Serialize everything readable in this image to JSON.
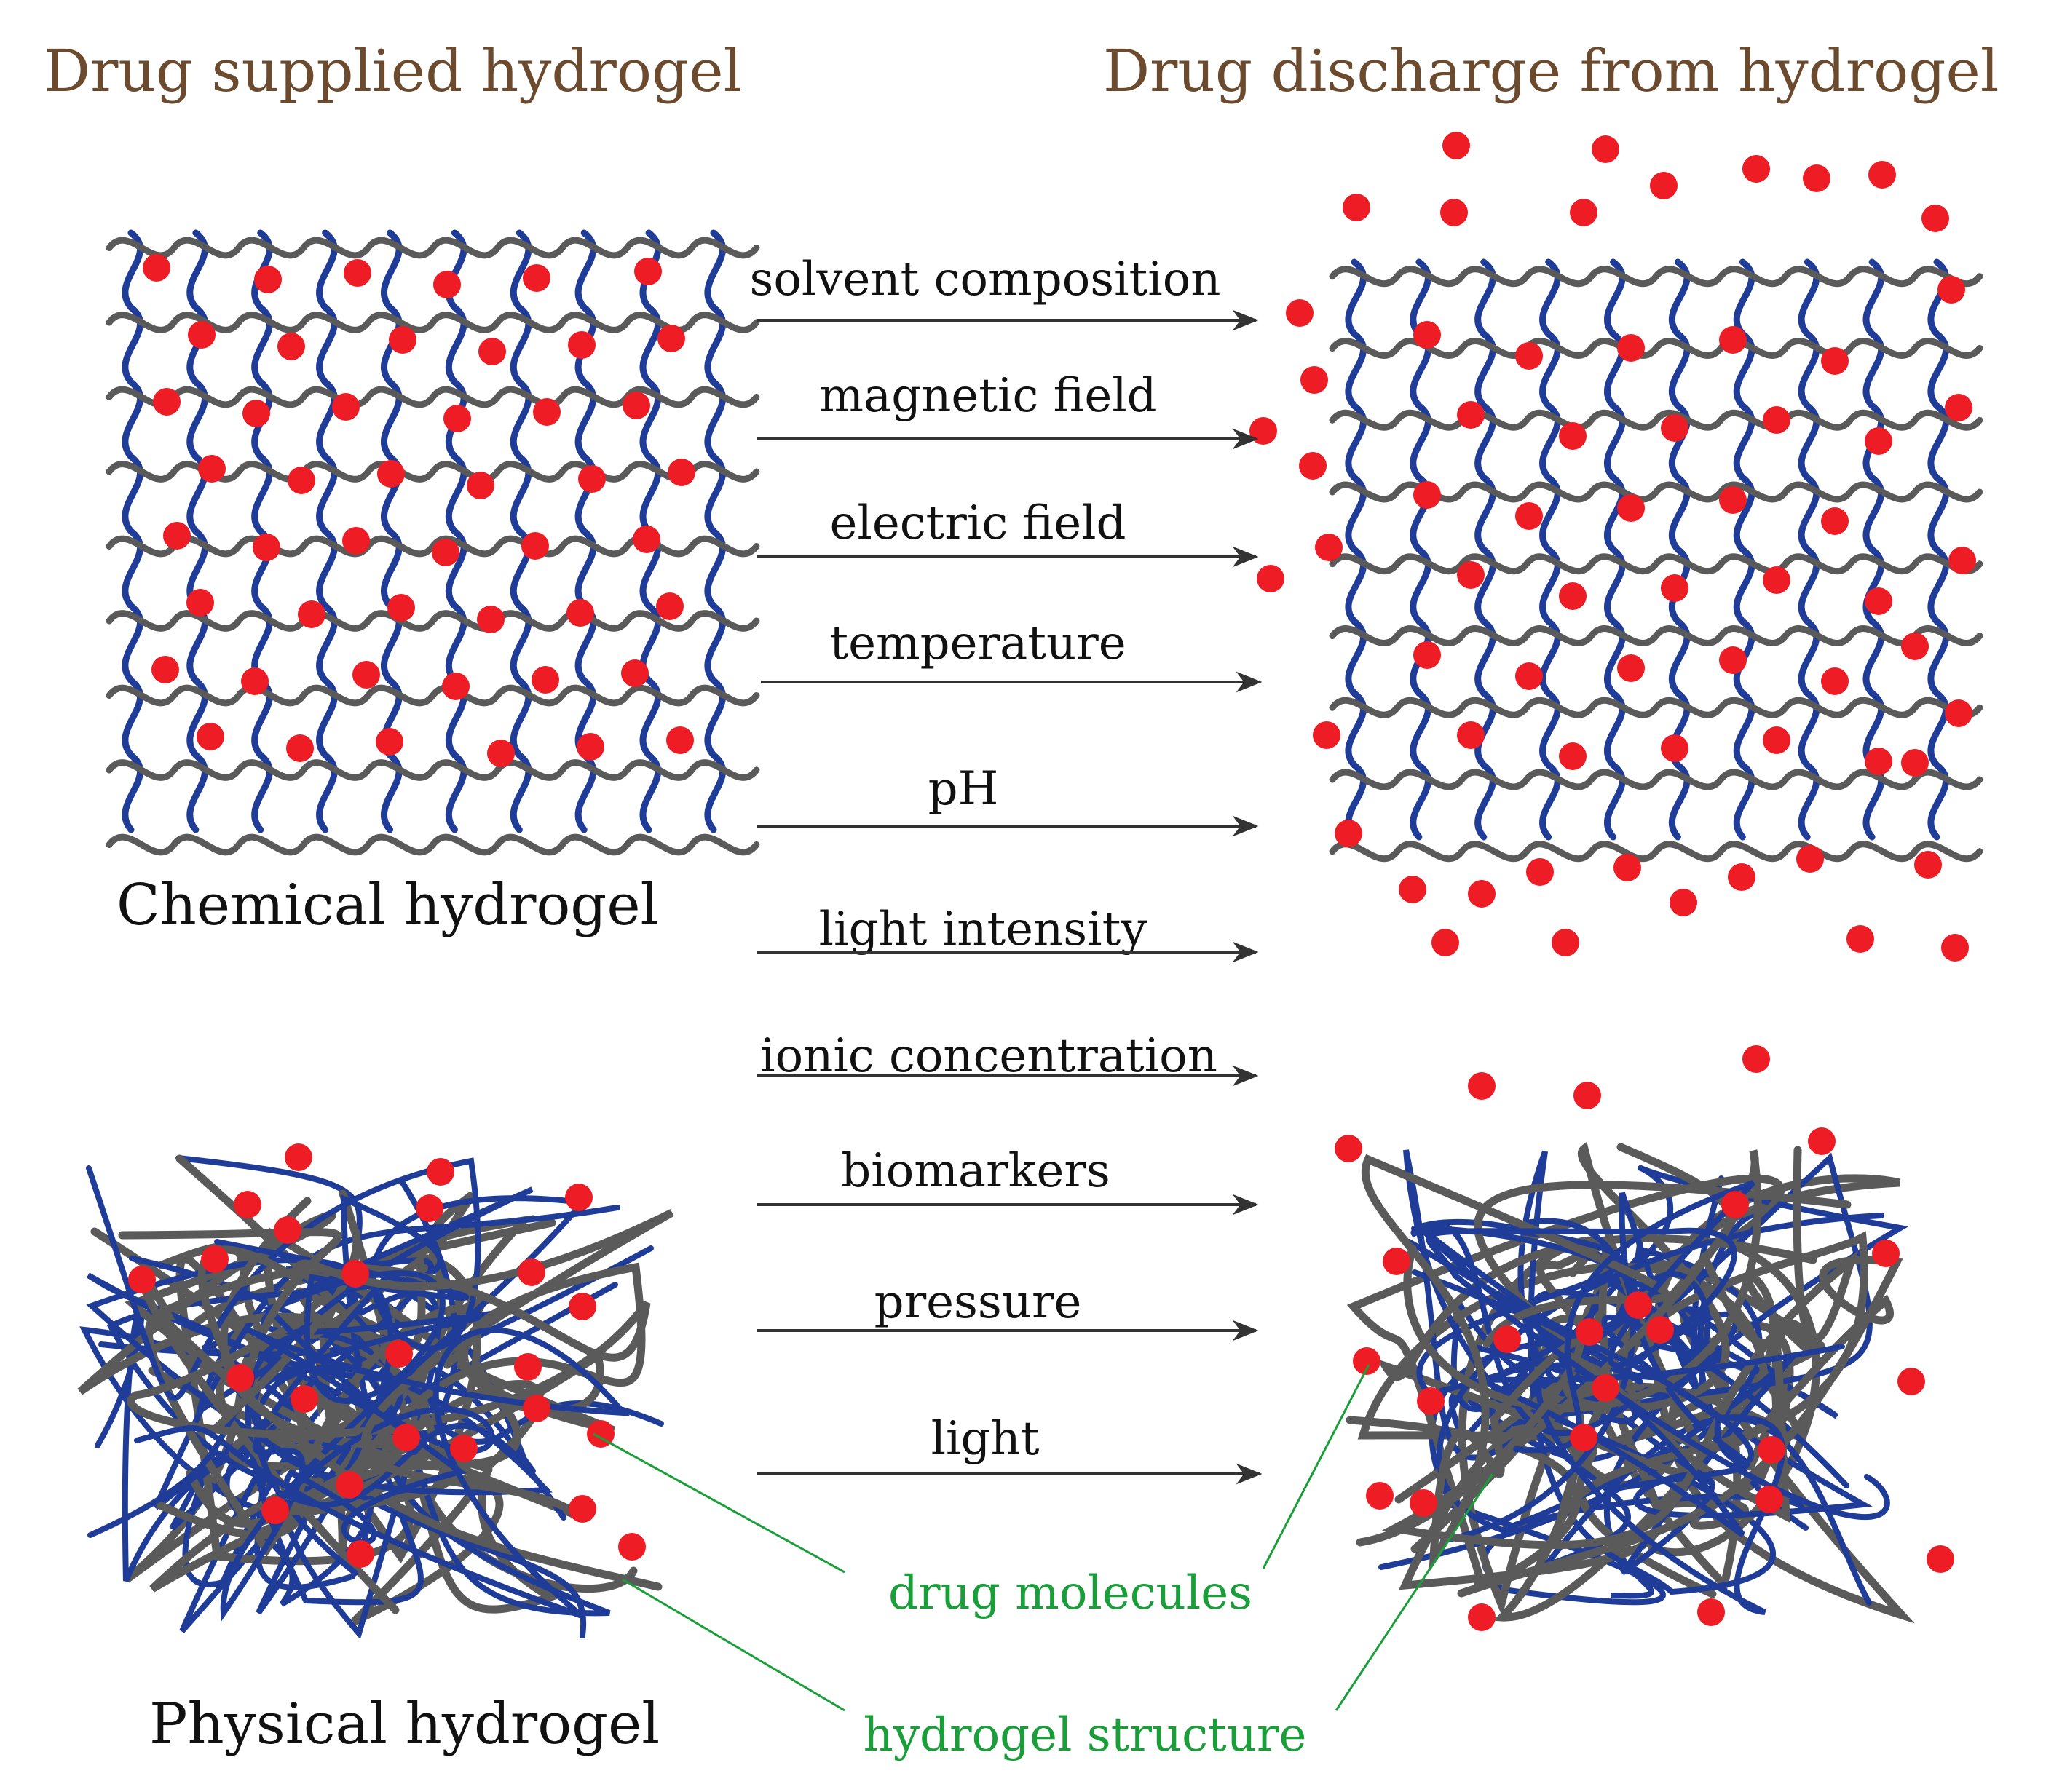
{
  "headings": {
    "left": "Drug supplied hydrogel",
    "right": "Drug discharge from hydrogel"
  },
  "panel_labels": {
    "chemical": "Chemical hydrogel",
    "physical": "Physical hydrogel"
  },
  "stimuli": [
    "solvent composition",
    "magnetic field",
    "electric field",
    "temperature",
    "pH",
    "light intensity",
    "ionic concentration",
    "biomarkers",
    "pressure",
    "light"
  ],
  "callouts": {
    "drug": "drug molecules",
    "structure": "hydrogel structure"
  },
  "colors": {
    "heading": "#6b4a2e",
    "drug": "#ee1c25",
    "polymer_blue": "#1f3c98",
    "polymer_gray": "#5a5a5a",
    "callout": "#1a9e3a",
    "arrow": "#333333"
  }
}
